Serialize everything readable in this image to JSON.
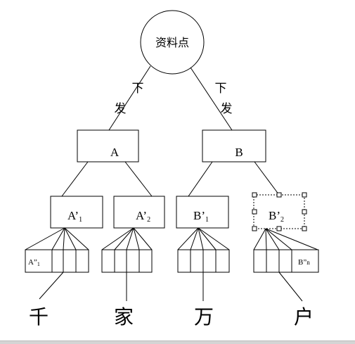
{
  "root": {
    "label": "资料点"
  },
  "edges": {
    "left": {
      "line1": "下",
      "line2": "发"
    },
    "right": {
      "line1": "下",
      "line2": "发"
    }
  },
  "level1": {
    "a": "A",
    "b": "B"
  },
  "level2": {
    "a1": {
      "base": "A’",
      "sub": "1"
    },
    "a2": {
      "base": "A’",
      "sub": "2"
    },
    "b1": {
      "base": "B’",
      "sub": "1"
    },
    "b2": {
      "base": "B’",
      "sub": "2"
    }
  },
  "level3": {
    "a_first": {
      "base": "A”",
      "sub": "1"
    },
    "b_last": {
      "base": "B”",
      "sub": "n"
    }
  },
  "bottom_chars": [
    "千",
    "家",
    "万",
    "户"
  ],
  "colors": {
    "stroke": "#000000",
    "background": "#ffffff",
    "handle_fill": "#ffffff"
  }
}
